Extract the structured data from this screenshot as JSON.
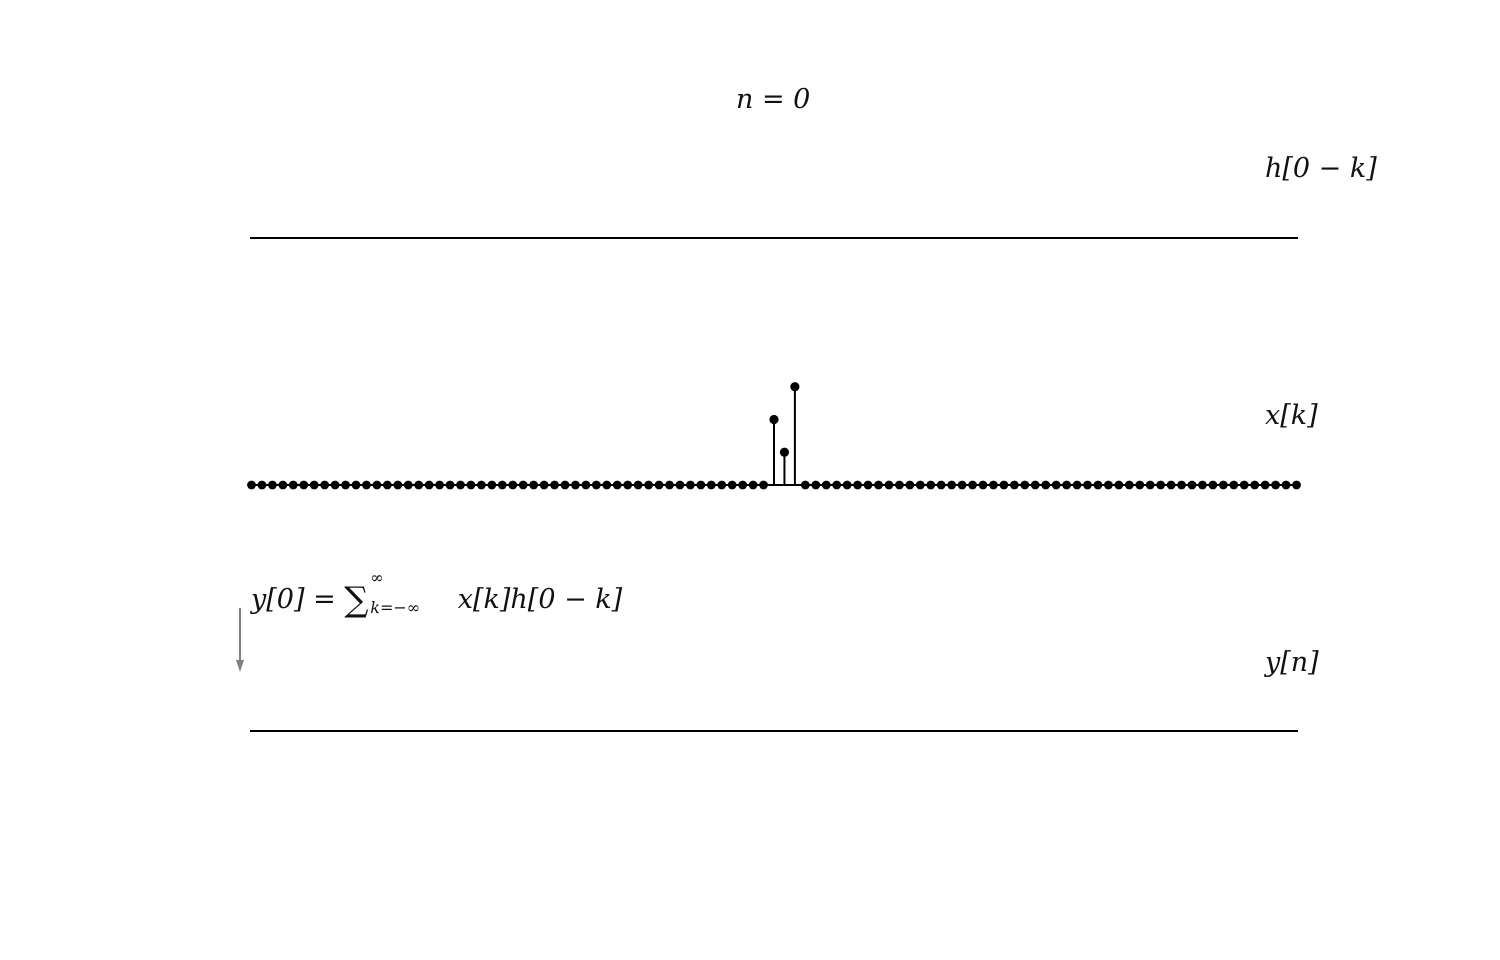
{
  "title": "n = 0",
  "panels": {
    "h": {
      "label": "h[0 − k]"
    },
    "x": {
      "label": "x[k]"
    },
    "y": {
      "label": "y[n]"
    }
  },
  "equation": {
    "lhs": "y[0] = ",
    "sum_symbol": "∑",
    "sum_upper": "∞",
    "sum_lower": "k=−∞",
    "rhs": "x[k]h[0 − k]"
  },
  "colors": {
    "stem": "#000000",
    "arrow": "#808080",
    "axis": "#000000"
  },
  "chart_data": [
    {
      "type": "stem",
      "name": "h[0 - k]",
      "x": [],
      "values": []
    },
    {
      "type": "stem",
      "name": "x[k]",
      "xlim": [
        -50,
        50
      ],
      "x_range": [
        -50,
        50
      ],
      "nonzero": [
        {
          "k": 0,
          "value": 0.5
        },
        {
          "k": 1,
          "value": 0.25
        },
        {
          "k": 2,
          "value": 0.75
        }
      ],
      "zero_gap": [
        -1,
        3
      ]
    },
    {
      "type": "stem",
      "name": "y[n]",
      "x": [],
      "values": []
    }
  ]
}
